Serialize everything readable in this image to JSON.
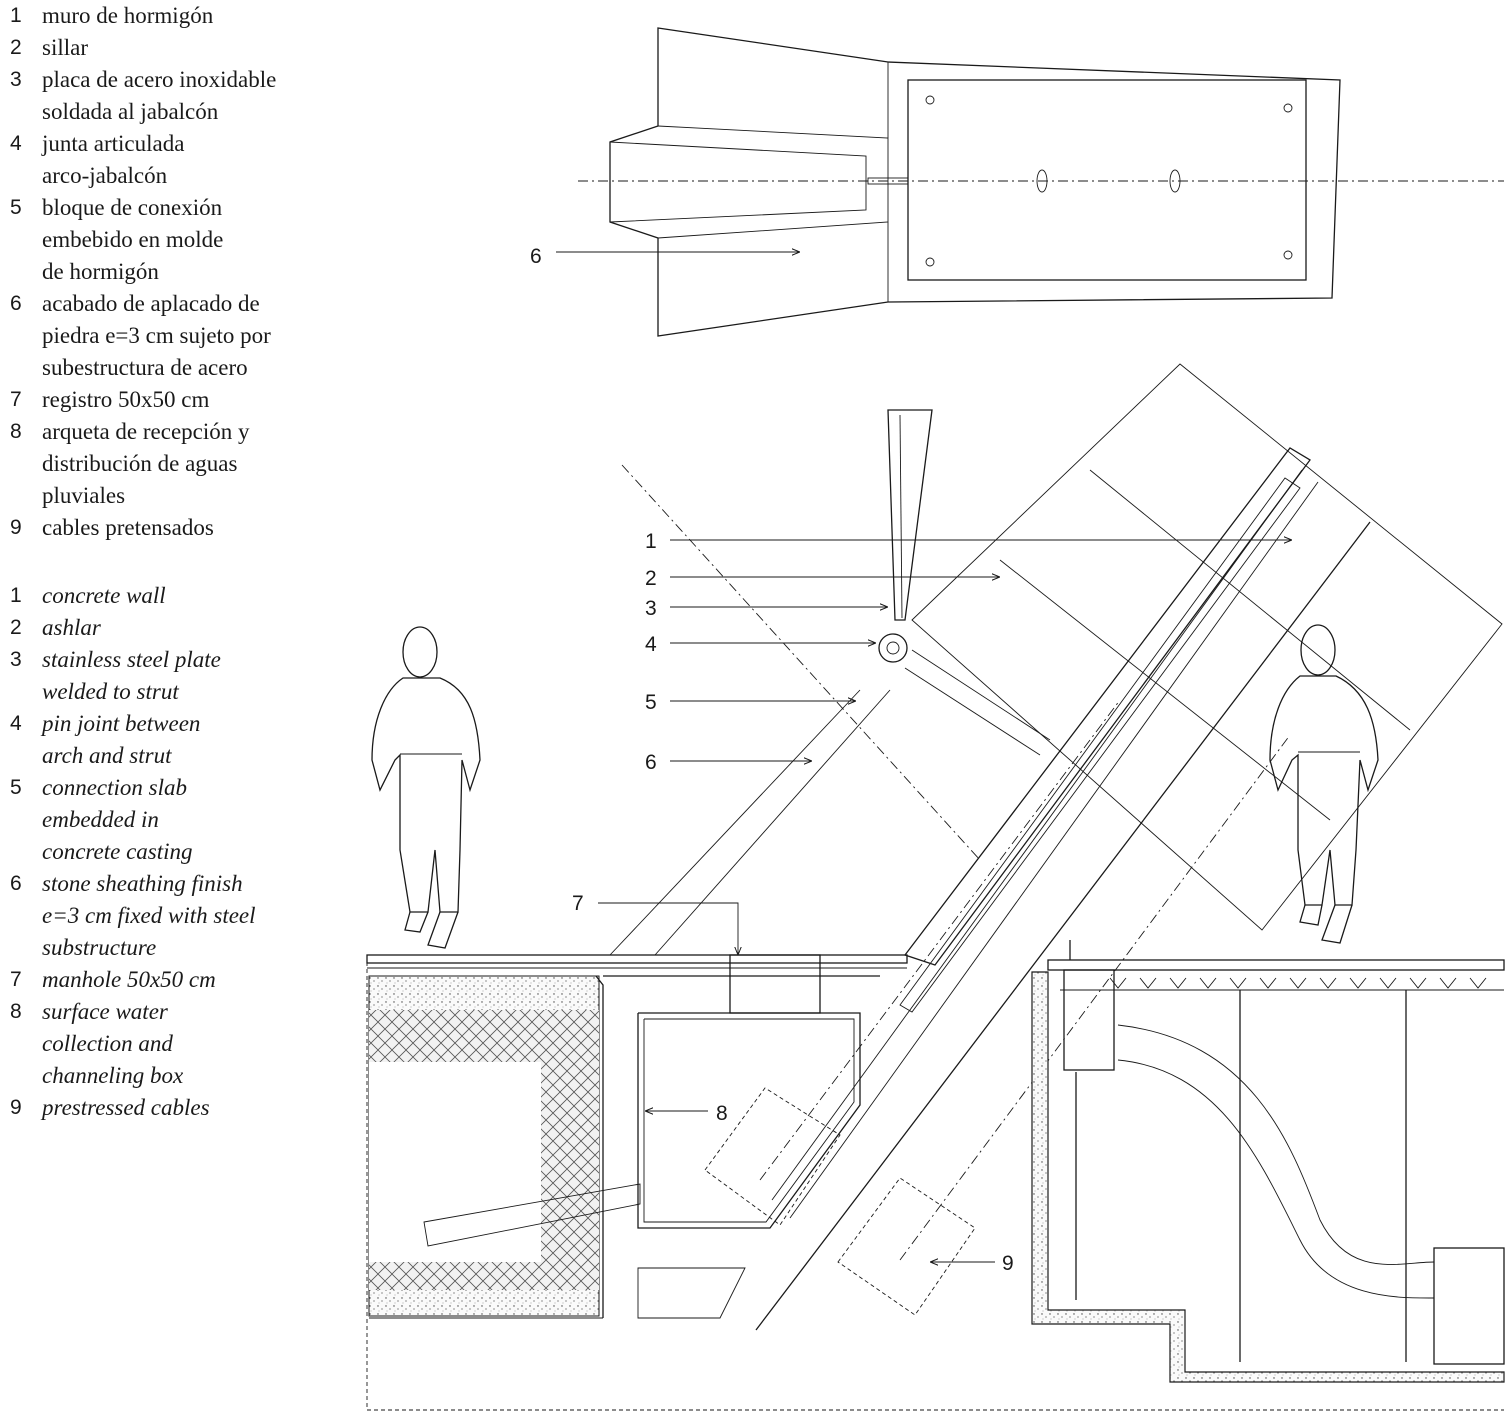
{
  "legend_es": [
    {
      "num": "1",
      "text": "muro de hormigón"
    },
    {
      "num": "2",
      "text": "sillar"
    },
    {
      "num": "3",
      "text": "placa de acero inoxidable\nsoldada al jabalcón"
    },
    {
      "num": "4",
      "text": "junta articulada\narco-jabalcón"
    },
    {
      "num": "5",
      "text": "bloque de conexión\nembebido en molde\nde hormigón"
    },
    {
      "num": "6",
      "text": "acabado de aplacado de\npiedra e=3 cm sujeto por\nsubestructura de acero"
    },
    {
      "num": "7",
      "text": "registro 50x50 cm"
    },
    {
      "num": "8",
      "text": "arqueta de recepción y\ndistribución de aguas\npluviales"
    },
    {
      "num": "9",
      "text": "cables pretensados"
    }
  ],
  "legend_en": [
    {
      "num": "1",
      "text": "concrete wall"
    },
    {
      "num": "2",
      "text": "ashlar"
    },
    {
      "num": "3",
      "text": "stainless steel plate\nwelded to strut"
    },
    {
      "num": "4",
      "text": "pin joint between\narch and strut"
    },
    {
      "num": "5",
      "text": "connection slab\nembedded in\nconcrete casting"
    },
    {
      "num": "6",
      "text": "stone sheathing finish\ne=3 cm fixed with steel\nsubstructure"
    },
    {
      "num": "7",
      "text": "manhole 50x50 cm"
    },
    {
      "num": "8",
      "text": "surface water\ncollection and\nchanneling box"
    },
    {
      "num": "9",
      "text": "prestressed cables"
    }
  ],
  "callouts": {
    "plan_6": "6",
    "c1": "1",
    "c2": "2",
    "c3": "3",
    "c4": "4",
    "c5": "5",
    "c6": "6",
    "c7": "7",
    "c8": "8",
    "c9": "9"
  }
}
